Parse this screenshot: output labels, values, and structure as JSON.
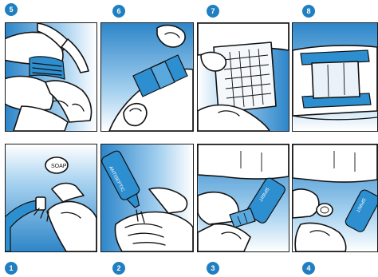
{
  "colors": {
    "accent": "#1f7fc0",
    "gradient_light": "#ffffff",
    "gradient_dark": "#2e86c9"
  },
  "steps": [
    {
      "number": "1",
      "position": "bottom-left",
      "illustration": "wound-rinse-under-tap-icon"
    },
    {
      "number": "2",
      "position": "bottom",
      "illustration": "apply-antiseptic-to-hand-icon"
    },
    {
      "number": "3",
      "position": "bottom",
      "illustration": "remove-splinter-with-tweezers-icon"
    },
    {
      "number": "4",
      "position": "bottom-right",
      "illustration": "dab-wound-with-gauze-icon"
    },
    {
      "number": "5",
      "position": "top-left",
      "illustration": "wrap-bandage-around-finger-icon"
    },
    {
      "number": "6",
      "position": "top",
      "illustration": "apply-strip-plaster-icon"
    },
    {
      "number": "7",
      "position": "top",
      "illustration": "place-gauze-pad-icon"
    },
    {
      "number": "8",
      "position": "top-right",
      "illustration": "tape-dressing-on-arm-icon"
    }
  ]
}
